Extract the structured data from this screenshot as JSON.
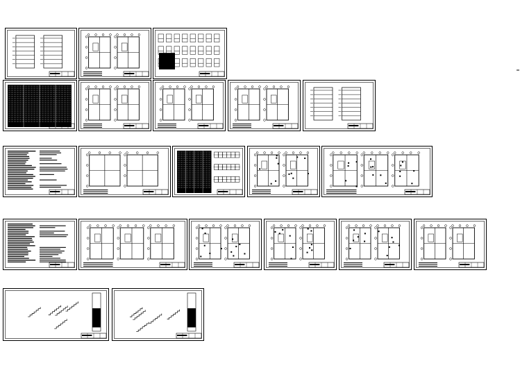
{
  "document": {
    "kind": "cad-drawing-sheet-overview",
    "background_color": "#ffffff",
    "line_color": "#000000",
    "visible_text": []
  },
  "rows": [
    {
      "id": "row-1",
      "sheets": [
        {
          "id": "sheet-1-1",
          "content": "elevation-profiles"
        },
        {
          "id": "sheet-1-2",
          "content": "floor-plan-with-details"
        },
        {
          "id": "sheet-1-3",
          "content": "detail-grid"
        }
      ]
    },
    {
      "id": "row-2",
      "sheets": [
        {
          "id": "sheet-2-1",
          "content": "notes-table-dark"
        },
        {
          "id": "sheet-2-2",
          "content": "floor-plans"
        },
        {
          "id": "sheet-2-3",
          "content": "floor-plans"
        },
        {
          "id": "sheet-2-4",
          "content": "floor-plans"
        },
        {
          "id": "sheet-2-5",
          "content": "elevations"
        }
      ]
    },
    {
      "id": "row-3",
      "sheets": [
        {
          "id": "sheet-3-1",
          "content": "structural-notes"
        },
        {
          "id": "sheet-3-2",
          "content": "foundation-plan"
        },
        {
          "id": "sheet-3-3",
          "content": "schedule-table-dark"
        },
        {
          "id": "sheet-3-4",
          "content": "reinforcement-plans"
        },
        {
          "id": "sheet-3-5",
          "content": "reinforcement-plans"
        }
      ]
    },
    {
      "id": "row-4",
      "sheets": [
        {
          "id": "sheet-4-1",
          "content": "structural-notes"
        },
        {
          "id": "sheet-4-2",
          "content": "floor-plans"
        },
        {
          "id": "sheet-4-3",
          "content": "beam-plans"
        },
        {
          "id": "sheet-4-4",
          "content": "beam-plans"
        },
        {
          "id": "sheet-4-5",
          "content": "beam-plans"
        },
        {
          "id": "sheet-4-6",
          "content": "roof-plans"
        }
      ]
    },
    {
      "id": "row-5",
      "sheets": [
        {
          "id": "sheet-5-1",
          "content": "stair-details"
        },
        {
          "id": "sheet-5-2",
          "content": "stair-details"
        }
      ]
    }
  ]
}
